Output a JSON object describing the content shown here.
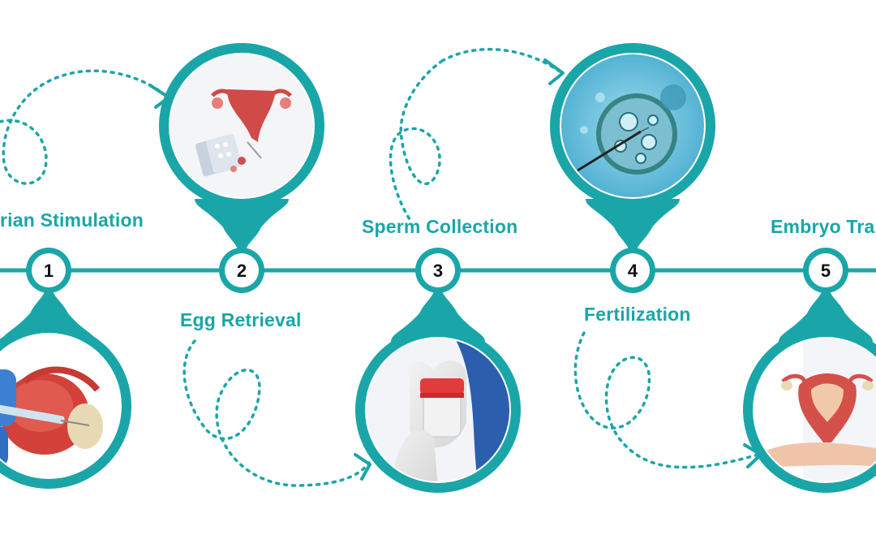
{
  "colors": {
    "accent": "#1aa6a8",
    "numbers": "#111111",
    "background": "#ffffff"
  },
  "steps": [
    {
      "number": "1",
      "label": "rian Stimulation",
      "image": "injection-into-ovary-model"
    },
    {
      "number": "2",
      "label": "Egg Retrieval",
      "image": "uterus-and-pills-illustration"
    },
    {
      "number": "3",
      "label": "Sperm Collection",
      "image": "hand-holding-sample-cup"
    },
    {
      "number": "4",
      "label": "Fertilization",
      "image": "microscope-egg-injection"
    },
    {
      "number": "5",
      "label": "Embryo Tra",
      "image": "hands-holding-uterus-model"
    }
  ]
}
